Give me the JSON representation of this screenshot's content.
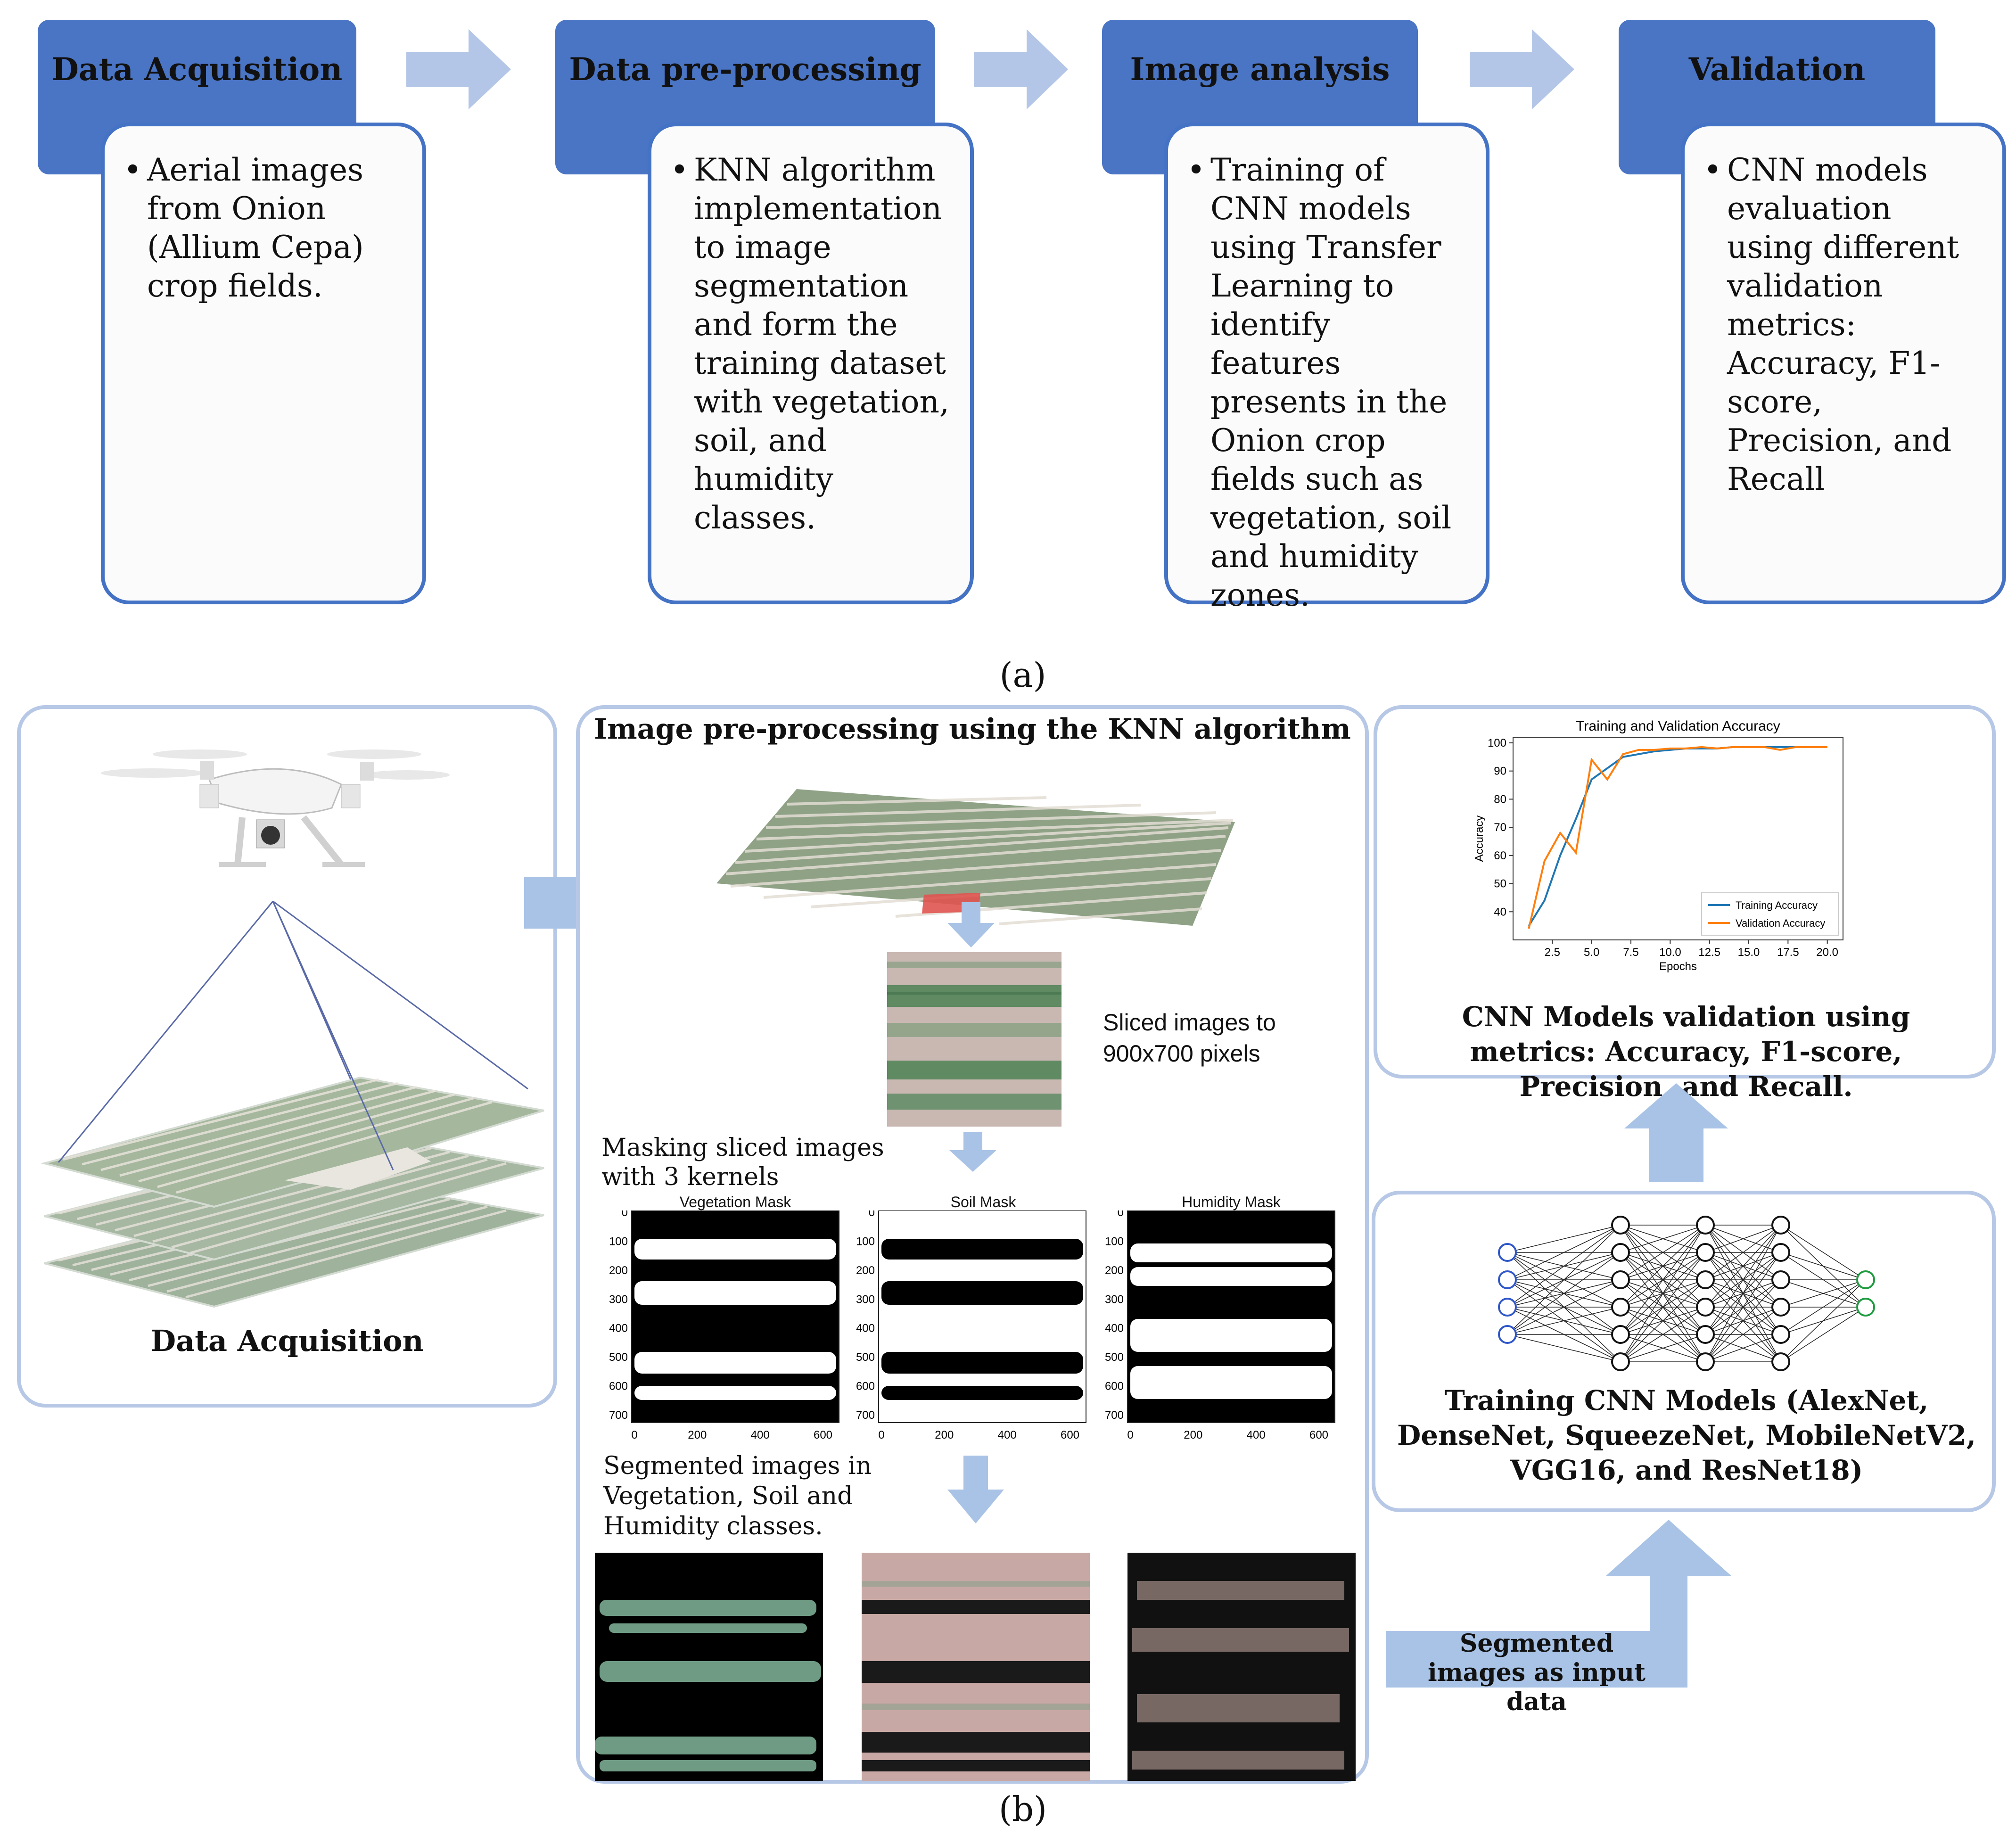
{
  "top": {
    "steps": [
      {
        "title": "Data Acquisition",
        "text": "Aerial images from Onion (Allium Cepa) crop fields."
      },
      {
        "title": "Data pre-processing",
        "text": "KNN algorithm implementation to image segmentation and form the training dataset with vegetation, soil, and humidity classes."
      },
      {
        "title": "Image analysis",
        "text": "Training of CNN models using Transfer Learning to identify features presents in the Onion crop fields such as vegetation, soil and humidity zones."
      },
      {
        "title": "Validation",
        "text": "CNN models evaluation using different validation metrics: Accuracy, F1-score, Precision, and Recall"
      }
    ],
    "caption": "(a)"
  },
  "bottom": {
    "caption": "(b)",
    "acquisition_label": "Data Acquisition",
    "preproc_title": "Image pre-processing using the KNN algorithm",
    "sliced_label": "Sliced images to 900x700 pixels",
    "masking_label": "Masking sliced images with 3 kernels",
    "segmented_label": "Segmented images in Vegetation, Soil and Humidity classes.",
    "masks": [
      {
        "title": "Vegetation Mask"
      },
      {
        "title": "Soil Mask"
      },
      {
        "title": "Humidity Mask"
      }
    ],
    "mask_y_ticks": [
      "0",
      "100",
      "200",
      "300",
      "400",
      "500",
      "600",
      "700"
    ],
    "mask_x_ticks": [
      "0",
      "200",
      "400",
      "600"
    ],
    "validation_label": "CNN Models validation using metrics: Accuracy, F1-score, Precision, and Recall.",
    "training_label": "Training CNN Models (AlexNet, DenseNet, SqueezeNet, MobileNetV2, VGG16, and ResNet18)",
    "input_label": "Segmented images as input data"
  },
  "chart_data": {
    "type": "line",
    "title": "Training and Validation Accuracy",
    "xlabel": "Epochs",
    "ylabel": "Accuracy",
    "xlim": [
      0,
      21
    ],
    "ylim": [
      30,
      102
    ],
    "x_ticks": [
      "2.5",
      "5.0",
      "7.5",
      "10.0",
      "12.5",
      "15.0",
      "17.5",
      "20.0"
    ],
    "y_ticks": [
      "40",
      "50",
      "60",
      "70",
      "80",
      "90",
      "100"
    ],
    "legend": "bottom-right",
    "series": [
      {
        "name": "Training Accuracy",
        "color": "#1f77b4",
        "x": [
          1,
          2,
          3,
          4,
          5,
          6,
          7,
          8,
          9,
          10,
          11,
          12,
          13,
          14,
          15,
          16,
          17,
          18,
          19,
          20
        ],
        "y": [
          35,
          44,
          60,
          73,
          87,
          91,
          95,
          96,
          97,
          97.5,
          98,
          98,
          98,
          98.5,
          98.5,
          98.5,
          98.5,
          98.5,
          98.5,
          98.5
        ]
      },
      {
        "name": "Validation Accuracy",
        "color": "#ff7f0e",
        "x": [
          1,
          2,
          3,
          4,
          5,
          6,
          7,
          8,
          9,
          10,
          11,
          12,
          13,
          14,
          15,
          16,
          17,
          18,
          19,
          20
        ],
        "y": [
          34,
          58,
          68,
          61,
          94,
          87,
          96,
          97.5,
          97.5,
          98,
          98,
          98.5,
          98,
          98.5,
          98.5,
          98.5,
          97.5,
          98.5,
          98.5,
          98.5
        ]
      }
    ]
  },
  "colors": {
    "accent": "#4472c4",
    "panel_border": "#b7c8e6",
    "arrow": "#a9c3e6",
    "header": "#4a74c4"
  }
}
